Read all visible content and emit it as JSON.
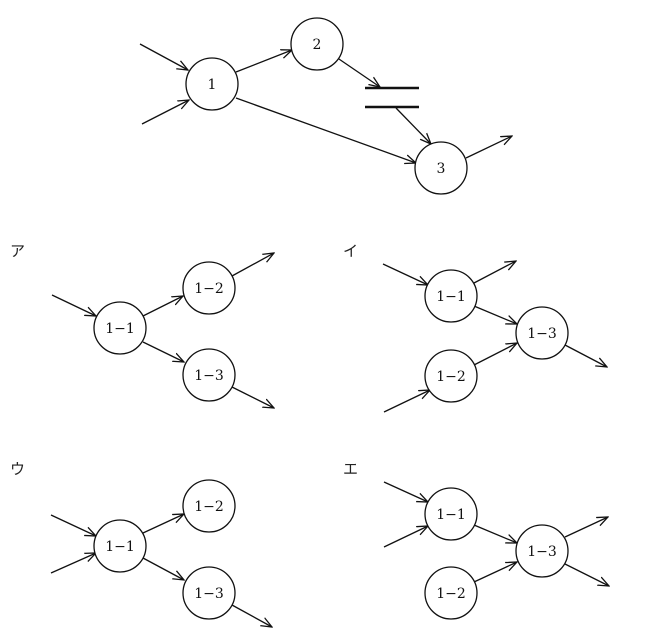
{
  "main_diagram": {
    "nodes": [
      {
        "id": "1",
        "label": "1"
      },
      {
        "id": "2",
        "label": "2"
      },
      {
        "id": "3",
        "label": "3"
      }
    ],
    "edges": [
      {
        "from": "in",
        "to": "1"
      },
      {
        "from": "in",
        "to": "1"
      },
      {
        "from": "1",
        "to": "2"
      },
      {
        "from": "2",
        "to": "buffer"
      },
      {
        "from": "buffer",
        "to": "3"
      },
      {
        "from": "1",
        "to": "3"
      },
      {
        "from": "3",
        "to": "out"
      }
    ],
    "has_buffer_symbol": true
  },
  "options": [
    {
      "key": "a",
      "label": "ア",
      "nodes": [
        "1−1",
        "1−2",
        "1−3"
      ]
    },
    {
      "key": "i",
      "label": "イ",
      "nodes": [
        "1−1",
        "1−2",
        "1−3"
      ]
    },
    {
      "key": "u",
      "label": "ウ",
      "nodes": [
        "1−1",
        "1−2",
        "1−3"
      ]
    },
    {
      "key": "e",
      "label": "エ",
      "nodes": [
        "1−1",
        "1−2",
        "1−3"
      ]
    }
  ],
  "colors": {
    "stroke": "#111111",
    "background": "#ffffff"
  }
}
